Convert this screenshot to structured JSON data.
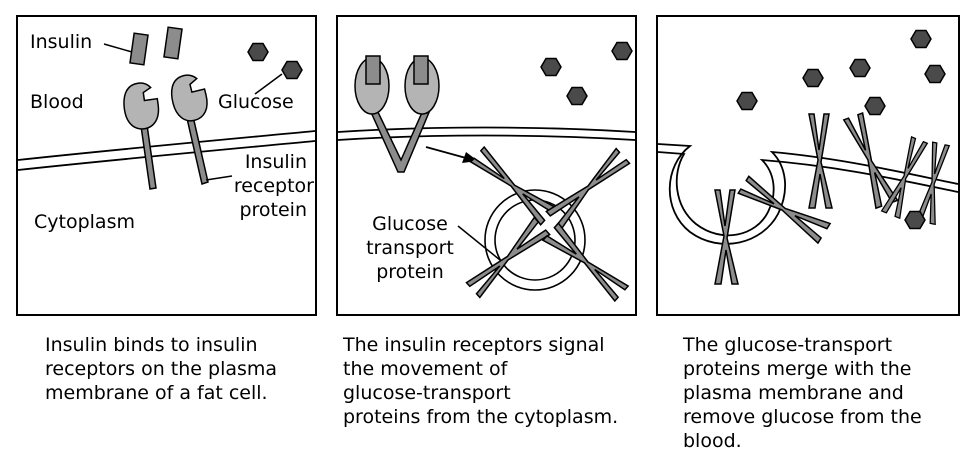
{
  "panels": [
    {
      "labels": {
        "insulin": "Insulin",
        "blood": "Blood",
        "glucose": "Glucose",
        "cytoplasm": "Cytoplasm",
        "receptor": [
          "Insulin",
          "receptor",
          "protein"
        ]
      },
      "caption": [
        "Insulin binds to insulin",
        "receptors on the plasma",
        "membrane of a fat cell."
      ]
    },
    {
      "labels": {
        "transport": [
          "Glucose",
          "transport",
          "protein"
        ]
      },
      "caption": [
        "The insulin receptors signal",
        "the movement of",
        "glucose-transport",
        "proteins from the cytoplasm."
      ]
    },
    {
      "caption": [
        "The glucose-transport",
        "proteins merge with the",
        "plasma membrane and",
        "remove glucose from the",
        "blood."
      ]
    }
  ],
  "colors": {
    "protein_fill": "#8c8c8c",
    "receptor_fill": "#b4b4b4",
    "glucose_fill": "#4a4a4a",
    "outline": "#000000"
  }
}
